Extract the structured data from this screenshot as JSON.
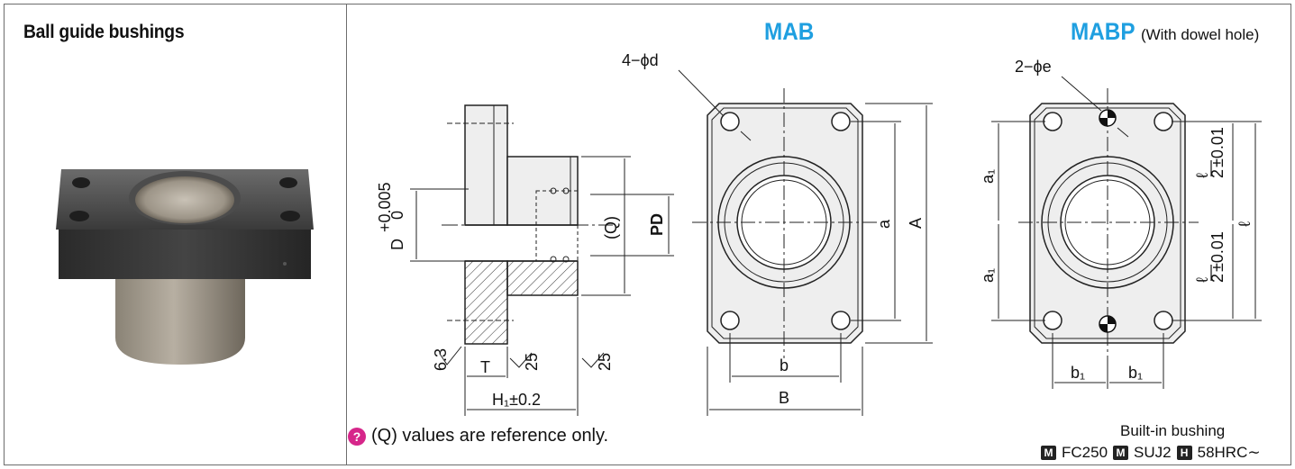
{
  "product_title": "Ball guide bushings",
  "models": {
    "mab": "MAB",
    "mabp": "MABP",
    "mabp_note": "(With dowel hole)"
  },
  "side_view": {
    "d_label": "D",
    "d_tol_upper": "+0.005",
    "d_tol_lower": "0",
    "q_label": "(Q)",
    "pd_label": "PD",
    "t_label": "T",
    "h1_label": "H₁±0.2",
    "roughness_left": "6.3",
    "roughness_mid": "25",
    "roughness_right": "25"
  },
  "mab_view": {
    "hole_label": "4−ϕd",
    "a_label": "a",
    "A_label": "A",
    "b_label": "b",
    "B_label": "B"
  },
  "mabp_view": {
    "dowel_label": "2−ϕe",
    "a1_label": "a₁",
    "l_label": "ℓ",
    "half_l_num": "ℓ",
    "half_l_den": "2",
    "half_l_tol": "±0.01",
    "b1_label": "b₁"
  },
  "note": {
    "icon": "hint-icon",
    "text": "(Q) values are reference only."
  },
  "builtin": {
    "title": "Built-in bushing",
    "materials": [
      {
        "badge": "M",
        "value": "FC250"
      },
      {
        "badge": "M",
        "value": "SUJ2"
      },
      {
        "badge": "H",
        "value": "58HRC∼"
      }
    ]
  },
  "colors": {
    "accent": "#1f9fe0",
    "hint": "#d6268a",
    "part_fill": "#eeeeee"
  }
}
